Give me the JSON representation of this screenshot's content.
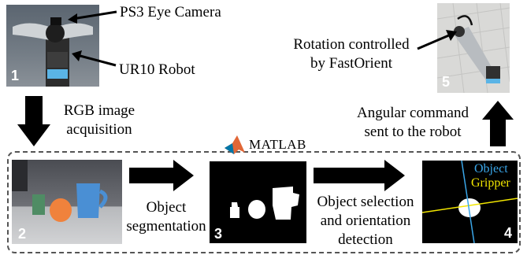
{
  "labels": {
    "camera": "PS3 Eye Camera",
    "robot": "UR10 Robot",
    "acquisition_1": "RGB image",
    "acquisition_2": "acquisition",
    "matlab": "MATLAB",
    "segmentation_1": "Object",
    "segmentation_2": "segmentation",
    "selection_1": "Object selection",
    "selection_2": "and orientation",
    "selection_3": "detection",
    "command_1": "Angular command",
    "command_2": "sent to the robot",
    "rotation_1": "Rotation controlled",
    "rotation_2": "by FastOrient",
    "legend_object": "Object",
    "legend_gripper": "Gripper"
  },
  "step_numbers": [
    "1",
    "2",
    "3",
    "4",
    "5"
  ],
  "colors": {
    "object_axis": "#3aa6e8",
    "gripper_axis": "#f2e600",
    "dashed_box": "#555555"
  }
}
